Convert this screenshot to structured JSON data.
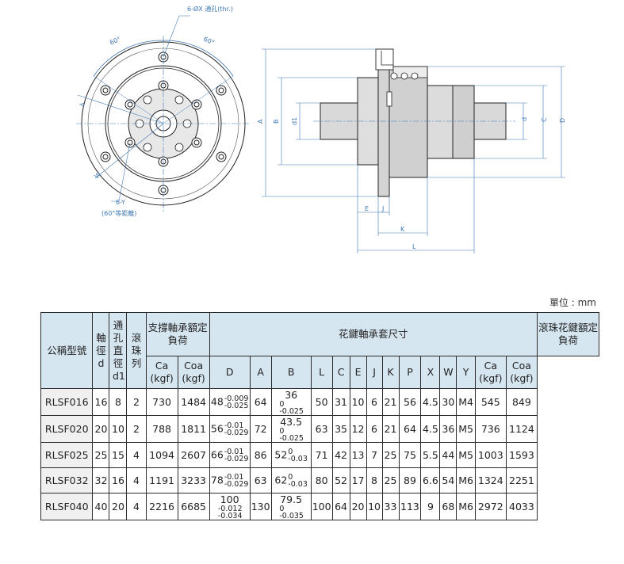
{
  "drawing": {
    "callout_holes": "6-ØX 通孔(thr.)",
    "callout_y": "6-Y",
    "callout_y_note": "(60°等距離)",
    "angle_left": "60°",
    "angle_right": "60°",
    "label_p": "P",
    "label_w": "W",
    "label_a": "A",
    "label_b": "B",
    "label_d1": "d1",
    "label_d": "d",
    "label_c": "C",
    "label_D": "D",
    "label_e": "E",
    "label_j": "J",
    "label_k": "K",
    "label_l": "L"
  },
  "unit_note": "單位 : mm",
  "table": {
    "headers": {
      "model": "公稱型號",
      "shaft_dia": "軸徑d",
      "hole_dia": "通孔直徑d1",
      "balls": "滾珠列",
      "support_group": "支撐軸承額定負荷",
      "spline_group": "花鍵軸承套尺寸",
      "ball_group": "滾珠花鍵額定負荷",
      "ca": "Ca (kgf)",
      "coa": "Coa (kgf)",
      "D": "D",
      "A": "A",
      "B": "B",
      "L": "L",
      "C": "C",
      "E": "E",
      "J": "J",
      "K": "K",
      "P": "P",
      "X": "X",
      "W": "W",
      "Y": "Y"
    },
    "rows": [
      {
        "model": "RLSF016",
        "d": "16",
        "d1": "8",
        "n": "2",
        "ca": "730",
        "coa": "1484",
        "D": "48",
        "D_up": "-0.009",
        "D_lo": "-0.025",
        "A": "64",
        "B": "36",
        "B_up": "0",
        "B_lo": "-0.025",
        "L": "50",
        "C": "31",
        "E": "10",
        "J": "6",
        "K": "21",
        "P": "56",
        "X": "4.5",
        "W": "30",
        "Y": "M4",
        "ca2": "545",
        "coa2": "849"
      },
      {
        "model": "RLSF020",
        "d": "20",
        "d1": "10",
        "n": "2",
        "ca": "788",
        "coa": "1811",
        "D": "56",
        "D_up": "-0.01",
        "D_lo": "-0.029",
        "A": "72",
        "B": "43.5",
        "B_up": "0",
        "B_lo": "-0.025",
        "L": "63",
        "C": "35",
        "E": "12",
        "J": "6",
        "K": "21",
        "P": "64",
        "X": "4.5",
        "W": "36",
        "Y": "M5",
        "ca2": "736",
        "coa2": "1124"
      },
      {
        "model": "RLSF025",
        "d": "25",
        "d1": "15",
        "n": "4",
        "ca": "1094",
        "coa": "2607",
        "D": "66",
        "D_up": "-0.01",
        "D_lo": "-0.029",
        "A": "86",
        "B": "52",
        "B_up": "0",
        "B_lo": "-0.03",
        "L": "71",
        "C": "42",
        "E": "13",
        "J": "7",
        "K": "25",
        "P": "75",
        "X": "5.5",
        "W": "44",
        "Y": "M5",
        "ca2": "1003",
        "coa2": "1593"
      },
      {
        "model": "RLSF032",
        "d": "32",
        "d1": "16",
        "n": "4",
        "ca": "1191",
        "coa": "3233",
        "D": "78",
        "D_up": "-0.01",
        "D_lo": "-0.029",
        "A": "63",
        "B": "62",
        "B_up": "0",
        "B_lo": "-0.03",
        "L": "80",
        "C": "52",
        "E": "17",
        "J": "8",
        "K": "25",
        "P": "89",
        "X": "6.6",
        "W": "54",
        "Y": "M6",
        "ca2": "1324",
        "coa2": "2251"
      },
      {
        "model": "RLSF040",
        "d": "40",
        "d1": "20",
        "n": "4",
        "ca": "2216",
        "coa": "6685",
        "D": "100",
        "D_up": "-0.012",
        "D_lo": "-0.034",
        "A": "130",
        "B": "79.5",
        "B_up": "0",
        "B_lo": "-0.035",
        "L": "100",
        "C": "64",
        "E": "20",
        "J": "10",
        "K": "33",
        "P": "113",
        "X": "9",
        "W": "68",
        "Y": "M6",
        "ca2": "2972",
        "coa2": "4033"
      }
    ]
  }
}
